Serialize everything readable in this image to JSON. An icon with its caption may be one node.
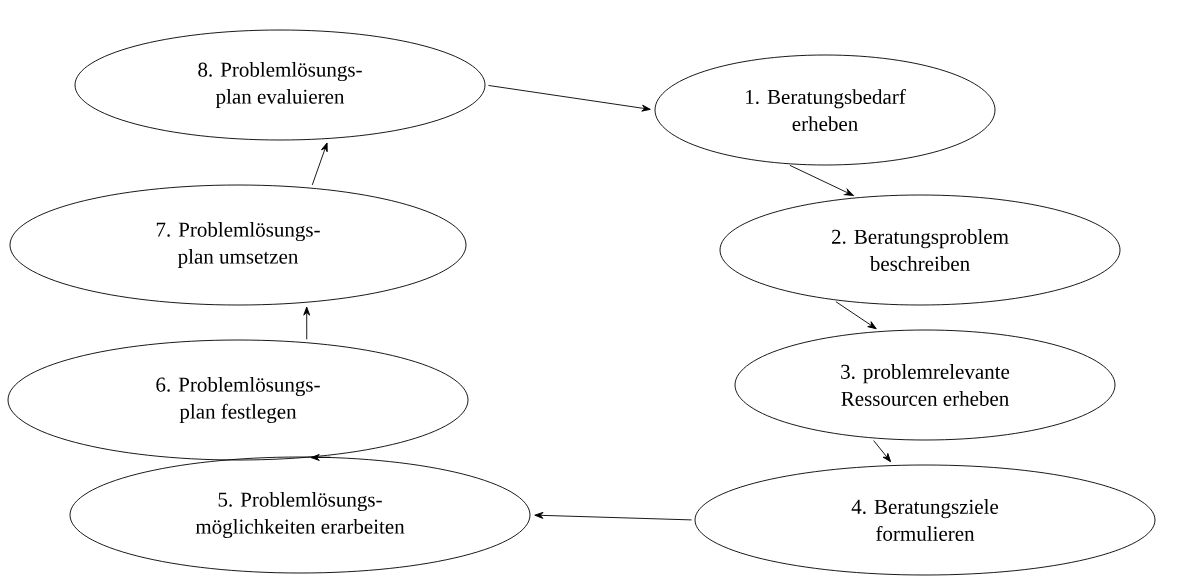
{
  "diagram": {
    "nodes": [
      {
        "text": [
          "1. Beratungsbedarf erheben"
        ]
      },
      {
        "text": [
          "2. Beratungsproblem beschreiben"
        ]
      },
      {
        "text": [
          "3. problemrelevante Ressourcen erheben"
        ]
      },
      {
        "text": [
          "4. Beratungsziele formulieren"
        ]
      },
      {
        "text": [
          "5. Problemlösungs- möglichkeiten erarbeiten"
        ]
      },
      {
        "text": [
          "6. Problemlösungs- plan festlegen"
        ]
      },
      {
        "text": [
          "7. Problemlösungs- plan umsetzen"
        ]
      },
      {
        "text": [
          "8. Problemlösungs- plan evaluieren"
        ]
      }
    ],
    "edges": [
      {
        "from": 7,
        "to": 0,
        "arrow": "to"
      },
      {
        "from": 0,
        "to": 1,
        "arrow": "to"
      },
      {
        "from": 1,
        "to": 2,
        "arrow": "to"
      },
      {
        "from": 2,
        "to": 3,
        "arrow": "to"
      },
      {
        "from": 3,
        "to": 4,
        "arrow": "to"
      },
      {
        "from": 4,
        "to": 5,
        "arrow": "to"
      },
      {
        "from": 5,
        "to": 6,
        "arrow": "to"
      },
      {
        "from": 6,
        "to": 7,
        "arrow": "to"
      }
    ]
  }
}
